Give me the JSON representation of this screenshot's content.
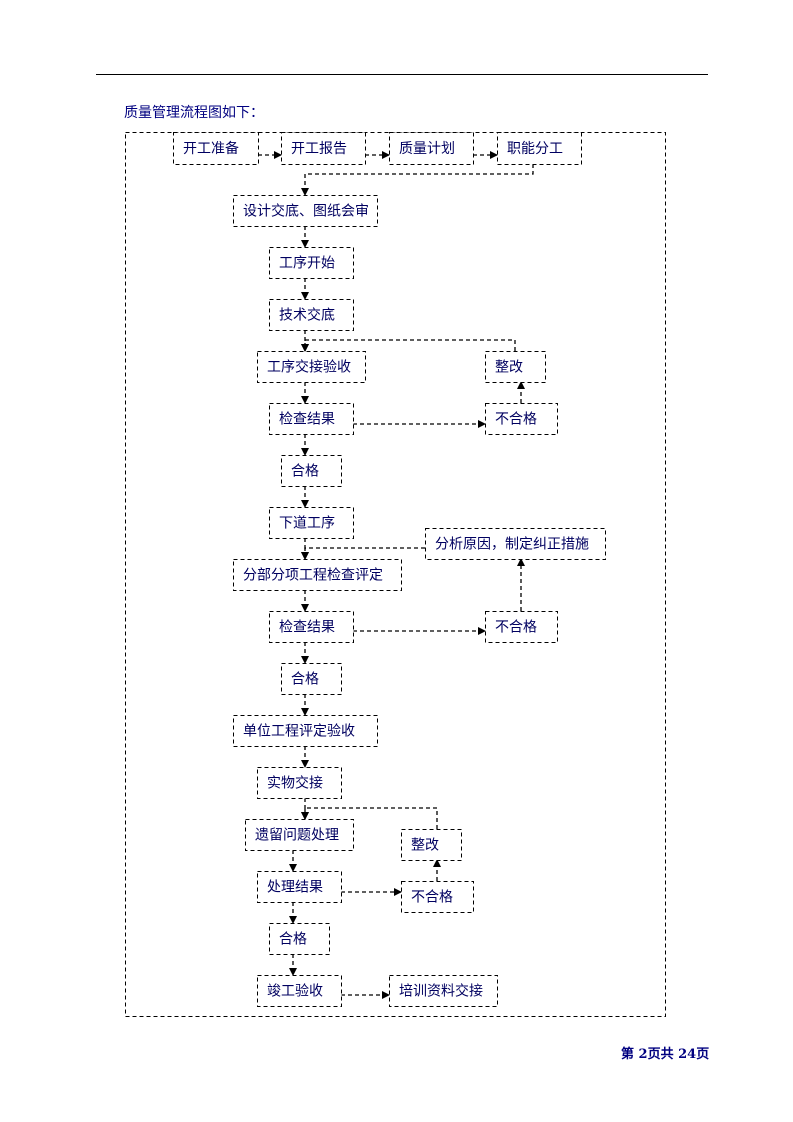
{
  "document": {
    "intro": "质量管理流程图如下：",
    "footer": "第 2页共 24页",
    "text_color": "#000080"
  },
  "flowchart": {
    "nodes": [
      {
        "id": "kaigong-zhunbei",
        "label": "开工准备"
      },
      {
        "id": "kaigong-baogao",
        "label": "开工报告"
      },
      {
        "id": "zhiliang-jihua",
        "label": "质量计划"
      },
      {
        "id": "zhineng-fengong",
        "label": "职能分工"
      },
      {
        "id": "sheji-jiaodi",
        "label": "设计交底、图纸会审"
      },
      {
        "id": "gongxu-kaishi",
        "label": "工序开始"
      },
      {
        "id": "jishu-jiaodi",
        "label": "技术交底"
      },
      {
        "id": "gongxu-jiaojie",
        "label": "工序交接验收"
      },
      {
        "id": "zhenggai-1",
        "label": "整改"
      },
      {
        "id": "jiancha-jieguo-1",
        "label": "检查结果"
      },
      {
        "id": "buhege-1",
        "label": "不合格"
      },
      {
        "id": "hege-1",
        "label": "合格"
      },
      {
        "id": "xiadao-gongxu",
        "label": "下道工序"
      },
      {
        "id": "fenxi-yuanyin",
        "label": "分析原因，制定纠正措施"
      },
      {
        "id": "fenbu-pingding",
        "label": "分部分项工程检查评定"
      },
      {
        "id": "jiancha-jieguo-2",
        "label": "检查结果"
      },
      {
        "id": "buhege-2",
        "label": "不合格"
      },
      {
        "id": "hege-2",
        "label": "合格"
      },
      {
        "id": "danwei-pingding",
        "label": "单位工程评定验收"
      },
      {
        "id": "shiwu-jiaojie",
        "label": "实物交接"
      },
      {
        "id": "yiliu-wenti",
        "label": "遗留问题处理"
      },
      {
        "id": "zhenggai-2",
        "label": "整改"
      },
      {
        "id": "chuli-jieguo",
        "label": "处理结果"
      },
      {
        "id": "buhege-3",
        "label": "不合格"
      },
      {
        "id": "hege-3",
        "label": "合格"
      },
      {
        "id": "jungong-yanshou",
        "label": "竣工验收"
      },
      {
        "id": "peixun-ziliao",
        "label": "培训资料交接"
      }
    ],
    "edges": [
      [
        "kaigong-zhunbei",
        "kaigong-baogao"
      ],
      [
        "kaigong-baogao",
        "zhiliang-jihua"
      ],
      [
        "zhiliang-jihua",
        "zhineng-fengong"
      ],
      [
        "zhineng-fengong",
        "sheji-jiaodi"
      ],
      [
        "sheji-jiaodi",
        "gongxu-kaishi"
      ],
      [
        "gongxu-kaishi",
        "jishu-jiaodi"
      ],
      [
        "jishu-jiaodi",
        "gongxu-jiaojie"
      ],
      [
        "gongxu-jiaojie",
        "jiancha-jieguo-1"
      ],
      [
        "jiancha-jieguo-1",
        "buhege-1"
      ],
      [
        "buhege-1",
        "zhenggai-1"
      ],
      [
        "zhenggai-1",
        "gongxu-jiaojie"
      ],
      [
        "jiancha-jieguo-1",
        "hege-1"
      ],
      [
        "hege-1",
        "xiadao-gongxu"
      ],
      [
        "xiadao-gongxu",
        "fenbu-pingding"
      ],
      [
        "fenbu-pingding",
        "jiancha-jieguo-2"
      ],
      [
        "jiancha-jieguo-2",
        "buhege-2"
      ],
      [
        "buhege-2",
        "fenxi-yuanyin"
      ],
      [
        "fenxi-yuanyin",
        "fenbu-pingding"
      ],
      [
        "jiancha-jieguo-2",
        "hege-2"
      ],
      [
        "hege-2",
        "danwei-pingding"
      ],
      [
        "danwei-pingding",
        "shiwu-jiaojie"
      ],
      [
        "shiwu-jiaojie",
        "yiliu-wenti"
      ],
      [
        "yiliu-wenti",
        "chuli-jieguo"
      ],
      [
        "chuli-jieguo",
        "buhege-3"
      ],
      [
        "buhege-3",
        "zhenggai-2"
      ],
      [
        "zhenggai-2",
        "yiliu-wenti"
      ],
      [
        "chuli-jieguo",
        "hege-3"
      ],
      [
        "hege-3",
        "jungong-yanshou"
      ],
      [
        "jungong-yanshou",
        "peixun-ziliao"
      ]
    ]
  }
}
